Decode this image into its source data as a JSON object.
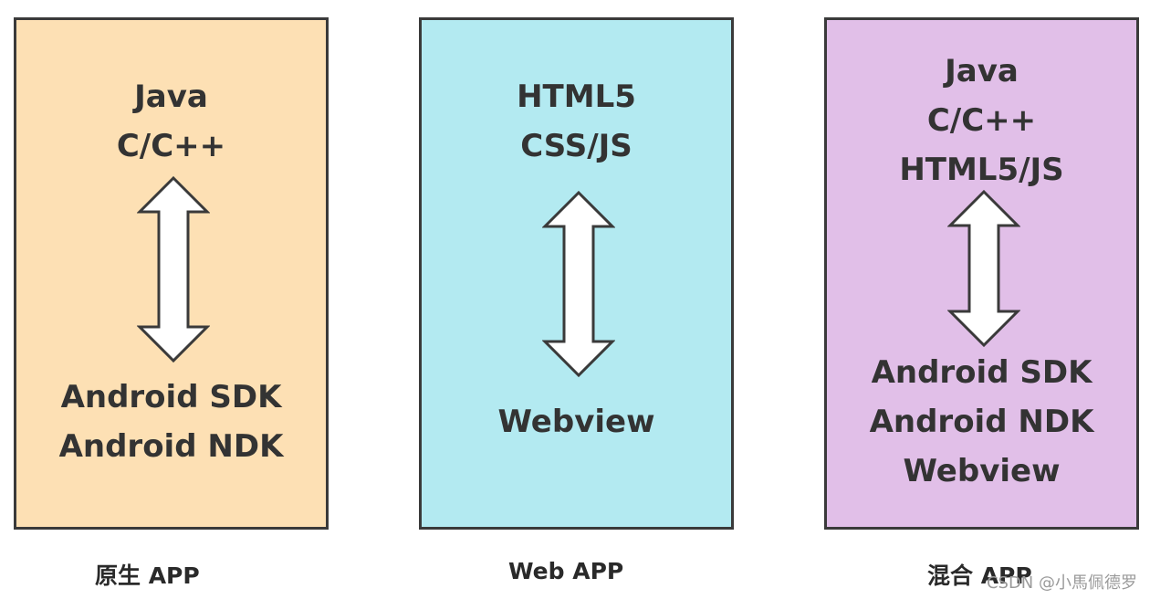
{
  "colors": {
    "native": "#fde0b4",
    "web": "#b3eaf1",
    "hybrid": "#e1bfe8",
    "border": "#3a3a3a"
  },
  "panels": [
    {
      "id": "native",
      "top": [
        "Java",
        "C/C++"
      ],
      "bottom": [
        "Android SDK",
        "Android NDK"
      ],
      "caption": "原生 APP"
    },
    {
      "id": "web",
      "top": [
        "HTML5",
        "CSS/JS"
      ],
      "bottom": [
        "Webview"
      ],
      "caption": "Web APP"
    },
    {
      "id": "hybrid",
      "top": [
        "Java",
        "C/C++",
        "HTML5/JS"
      ],
      "bottom": [
        "Android SDK",
        "Android NDK",
        "Webview"
      ],
      "caption": "混合 APP"
    }
  ],
  "watermark": "CSDN @小馬佩德罗",
  "icons": {
    "connector": "double-headed-arrow-icon"
  }
}
